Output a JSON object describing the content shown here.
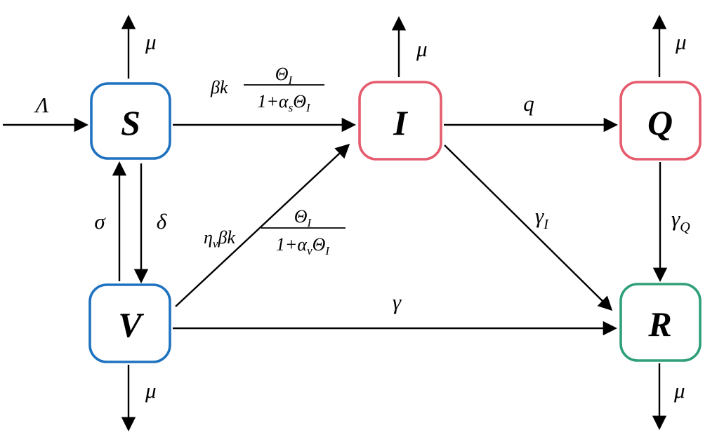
{
  "title": "SVIQR compartmental epidemic model diagram",
  "colors": {
    "ink": "#000000",
    "susceptible_stroke": "#1f72bf",
    "infected_stroke": "#e45c6d",
    "recovered_stroke": "#2fa077"
  },
  "diagram": {
    "nodes": {
      "S": {
        "label": "S",
        "color": "#1f72bf"
      },
      "I": {
        "label": "I",
        "color": "#e45c6d"
      },
      "Q": {
        "label": "Q",
        "color": "#e45c6d"
      },
      "V": {
        "label": "V",
        "color": "#1f72bf"
      },
      "R": {
        "label": "R",
        "color": "#2fa077"
      }
    },
    "edges": {
      "lambda_in": {
        "label": "Λ"
      },
      "mu_s": {
        "label": "μ"
      },
      "mu_i": {
        "label": "μ"
      },
      "mu_q": {
        "label": "μ"
      },
      "mu_v": {
        "label": "μ"
      },
      "mu_r": {
        "label": "μ"
      },
      "s_to_i": {
        "prefix": "βk",
        "num": "Θ",
        "num_sub": "I",
        "den_a": "1+α",
        "den_a_sub": "s",
        "den_b": "Θ",
        "den_b_sub": "I"
      },
      "v_to_i": {
        "prefix_a": "η",
        "prefix_a_sub": "v",
        "prefix_b": "βk",
        "num": "Θ",
        "num_sub": "I",
        "den_a": "1+α",
        "den_a_sub": "v",
        "den_b": "Θ",
        "den_b_sub": "I"
      },
      "i_to_q": {
        "label": "q"
      },
      "v_to_s": {
        "label": "σ"
      },
      "s_to_v": {
        "label": "δ"
      },
      "i_to_r": {
        "label": "γ",
        "sub": "I"
      },
      "q_to_r": {
        "label": "γ",
        "sub": "Q"
      },
      "v_to_r": {
        "label": "γ"
      }
    }
  }
}
